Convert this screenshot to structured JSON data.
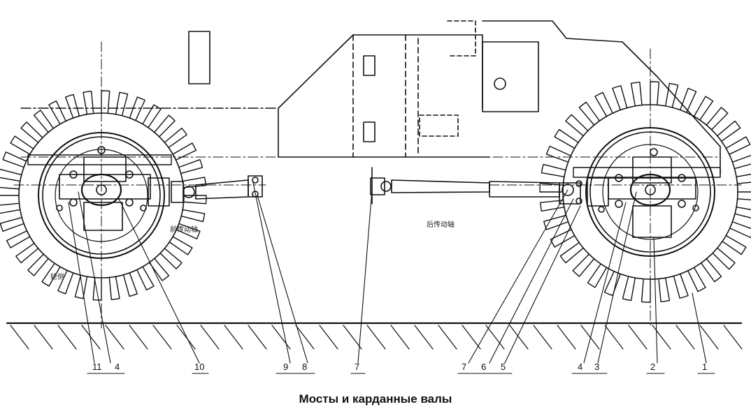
{
  "caption": "Мосты и карданные валы",
  "callouts": {
    "c11": "11",
    "c4a": "4",
    "c10": "10",
    "c9": "9",
    "c8": "8",
    "c7a": "7",
    "c7b": "7",
    "c6": "6",
    "c5": "5",
    "c4b": "4",
    "c3": "3",
    "c2": "2",
    "c1": "1"
  },
  "inline_labels": {
    "front_shaft": "前传动轴",
    "rear_shaft": "后传动轴",
    "wheel_side": "轮侧"
  },
  "colors": {
    "ink": "#111111",
    "paper": "#ffffff"
  }
}
